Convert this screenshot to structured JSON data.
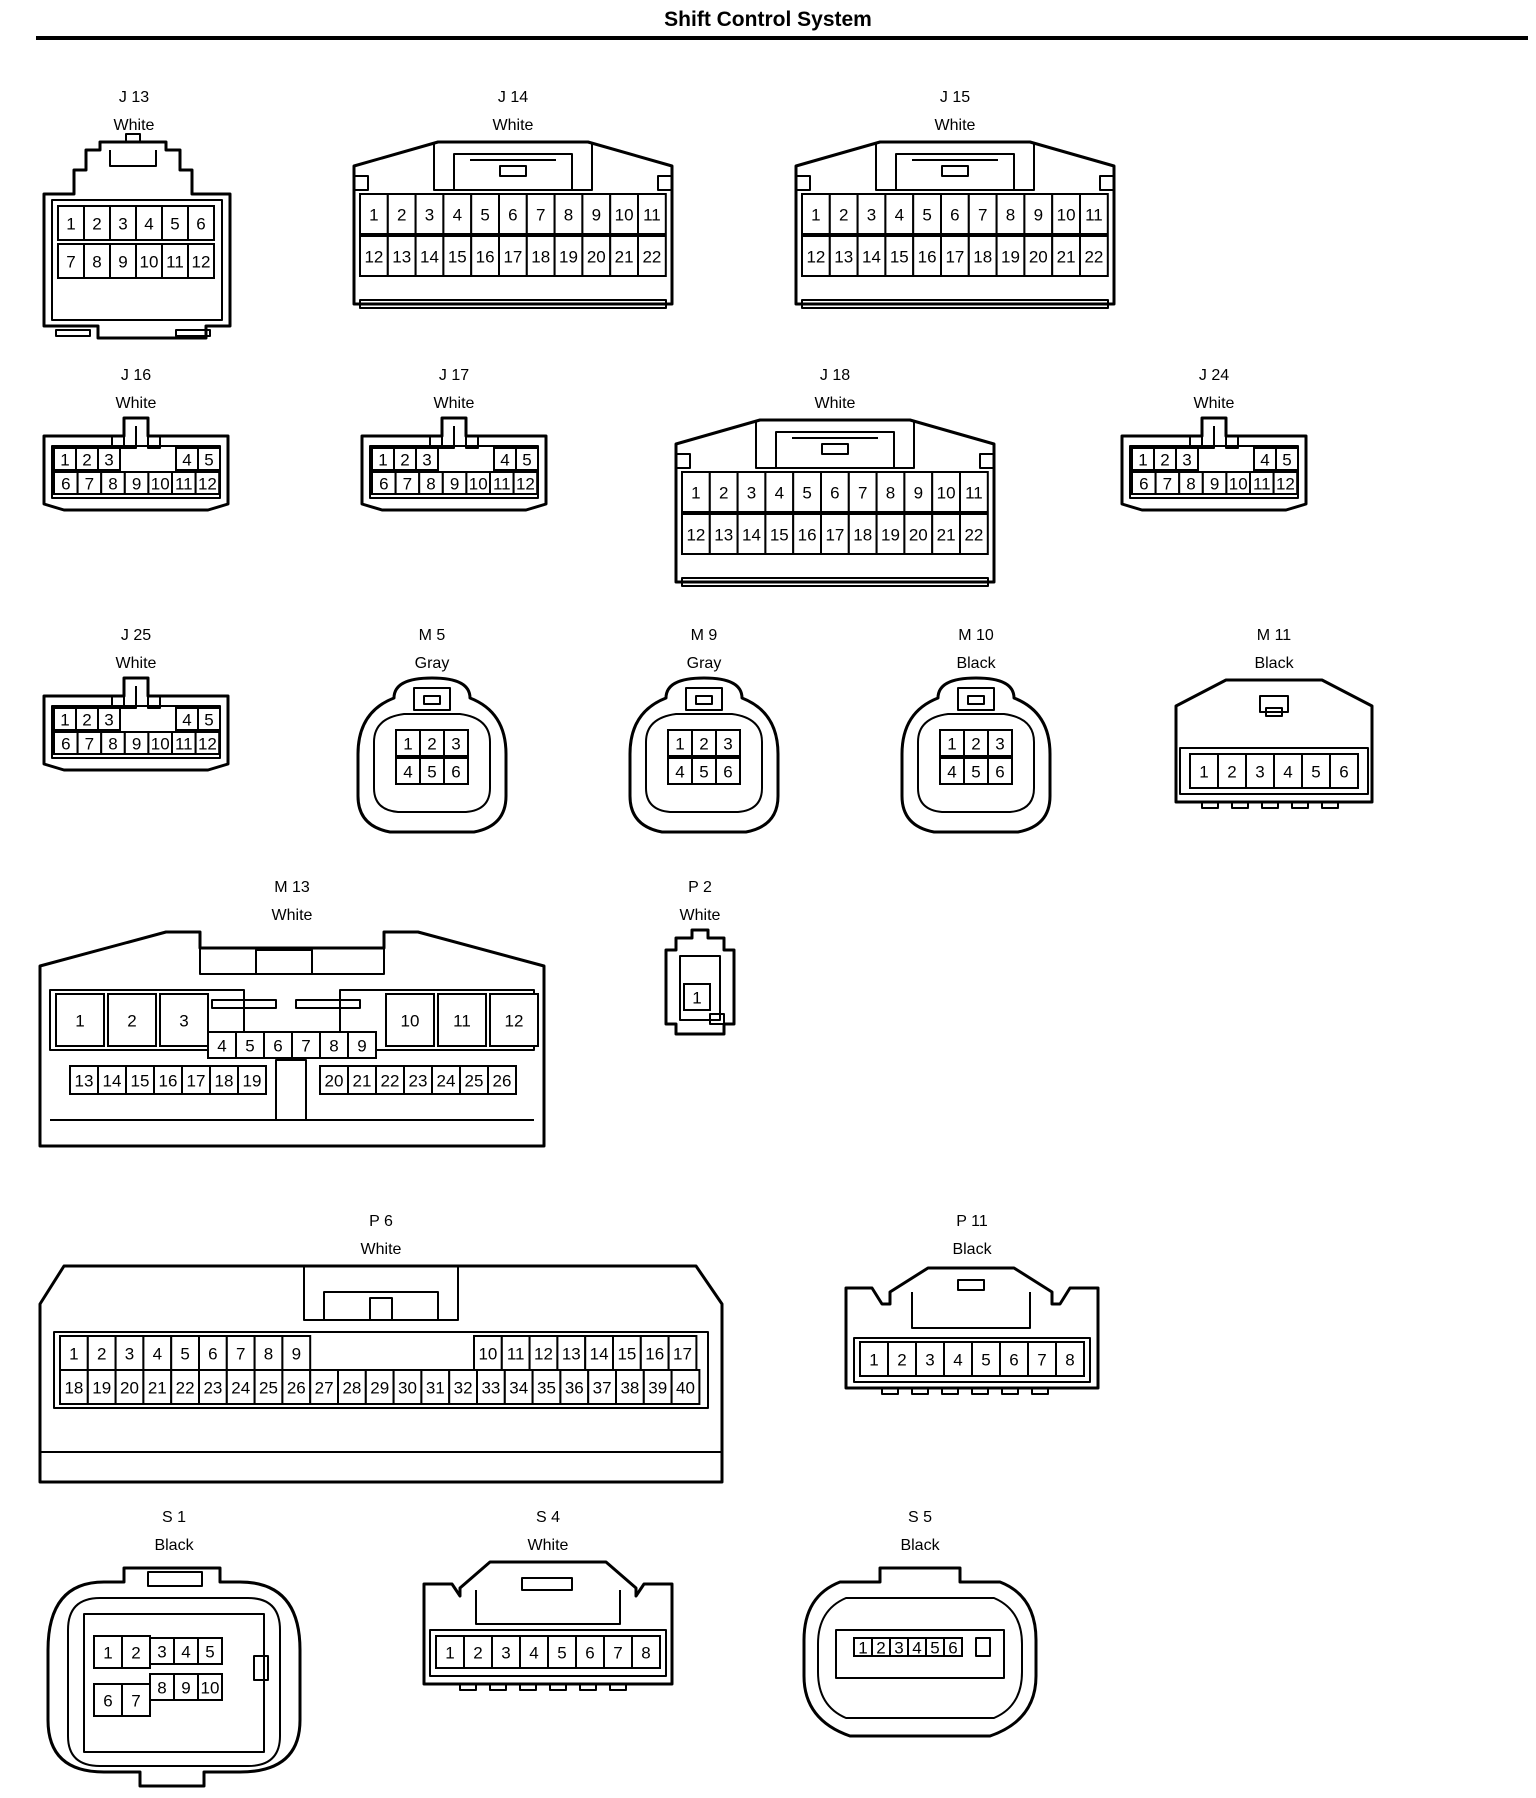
{
  "page": {
    "title": "Shift Control System"
  },
  "connectors": [
    {
      "id": "J13",
      "label": "J 13",
      "color": "White",
      "pins": 12
    },
    {
      "id": "J14",
      "label": "J 14",
      "color": "White",
      "pins": 22
    },
    {
      "id": "J15",
      "label": "J 15",
      "color": "White",
      "pins": 22
    },
    {
      "id": "J16",
      "label": "J 16",
      "color": "White",
      "pins": 12
    },
    {
      "id": "J17",
      "label": "J 17",
      "color": "White",
      "pins": 12
    },
    {
      "id": "J18",
      "label": "J 18",
      "color": "White",
      "pins": 22
    },
    {
      "id": "J24",
      "label": "J 24",
      "color": "White",
      "pins": 12
    },
    {
      "id": "J25",
      "label": "J 25",
      "color": "White",
      "pins": 12
    },
    {
      "id": "M5",
      "label": "M 5",
      "color": "Gray",
      "pins": 6
    },
    {
      "id": "M9",
      "label": "M 9",
      "color": "Gray",
      "pins": 6
    },
    {
      "id": "M10",
      "label": "M 10",
      "color": "Black",
      "pins": 6
    },
    {
      "id": "M11",
      "label": "M 11",
      "color": "Black",
      "pins": 6
    },
    {
      "id": "M13",
      "label": "M 13",
      "color": "White",
      "pins": 26
    },
    {
      "id": "P2",
      "label": "P 2",
      "color": "White",
      "pins": 1
    },
    {
      "id": "P6",
      "label": "P 6",
      "color": "White",
      "pins": 40
    },
    {
      "id": "P11",
      "label": "P 11",
      "color": "Black",
      "pins": 8
    },
    {
      "id": "S1",
      "label": "S 1",
      "color": "Black",
      "pins": 10
    },
    {
      "id": "S4",
      "label": "S 4",
      "color": "White",
      "pins": 8
    },
    {
      "id": "S5",
      "label": "S 5",
      "color": "Black",
      "pins": 6
    }
  ]
}
